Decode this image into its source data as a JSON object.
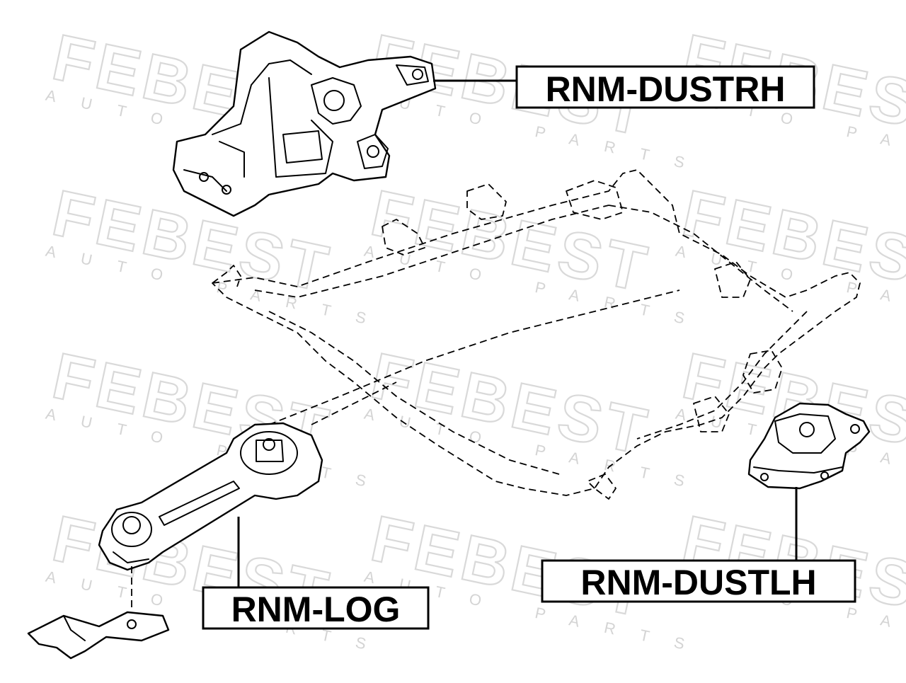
{
  "watermark": {
    "brand": "FEBEST",
    "sub": "AUTO PARTS"
  },
  "labels": {
    "engine_mount_right": "RNM-DUSTRH",
    "engine_mount_left": "RNM-DUSTLH",
    "torque_rod": "RNM-LOG"
  }
}
